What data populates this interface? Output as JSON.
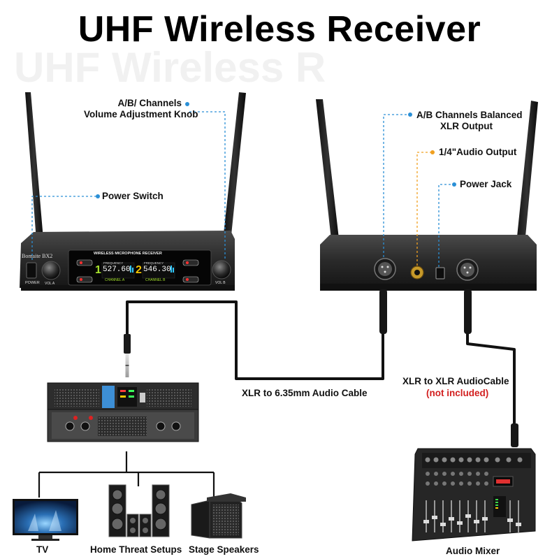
{
  "title": "UHF Wireless Receiver",
  "ghost_title": "UHF Wireless R",
  "front_callouts": {
    "knob_line1": "A/B/ Channels",
    "knob_line2": "Volume Adjustment Knob",
    "power_switch": "Power Switch"
  },
  "rear_callouts": {
    "xlr_line1": "A/B Channels Balanced",
    "xlr_line2": "XLR Output",
    "audio_out": "1/4\"Audio Output",
    "power_jack": "Power Jack"
  },
  "receiver": {
    "brand": "Bomaite BX2",
    "panel_title": "WIRELESS MICROPHONE RECEIVER",
    "ch1_num": "1",
    "ch2_num": "2",
    "freq_label": "FREQUENCY",
    "freq1": "527.60",
    "freq2": "546.30",
    "channel_a": "CHANNEL A",
    "channel_b": "CHANNEL B",
    "power": "POWER",
    "vol_a": "VOL A",
    "vol_b": "VOL B"
  },
  "cables": {
    "xlr_635_label": "XLR to 6.35mm Audio Cable",
    "xlr_xlr_label": "XLR to XLR AudioCable",
    "not_included": "(not included)"
  },
  "devices": {
    "tv": "TV",
    "home": "Home Threat Setups",
    "stage": "Stage Speakers",
    "mixer": "Audio Mixer"
  },
  "colors": {
    "callout_blue": "#2a8fd6",
    "callout_orange": "#f0a020",
    "note_red": "#d21f1f",
    "lcd_green": "#a6e22e",
    "lcd_yellow": "#f2c400"
  }
}
